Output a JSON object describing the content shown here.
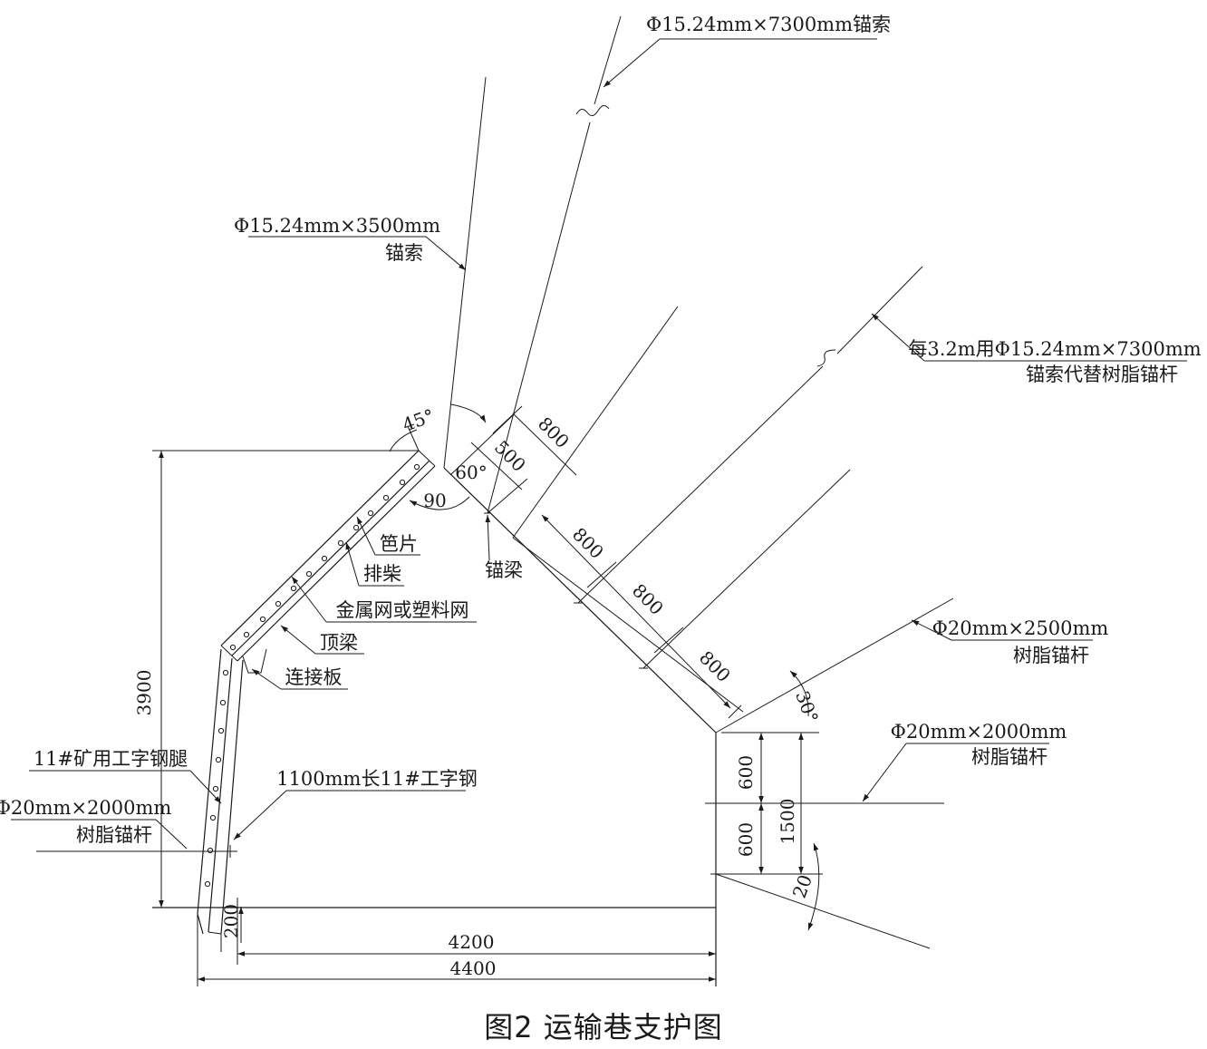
{
  "caption": "图2 运输巷支护图",
  "labels": {
    "cable_7300_top": "Φ15.24mm×7300mm锚索",
    "cable_3500_line1": "Φ15.24mm×3500mm",
    "cable_3500_line2": "锚索",
    "cable_every_line1": "每3.2m用Φ15.24mm×7300mm",
    "cable_every_line2": "锚索代替树脂锚杆",
    "bolt_2500_line1": "Φ20mm×2500mm",
    "bolt_2500_line2": "树脂锚杆",
    "bolt_2000_right_line1": "Φ20mm×2000mm",
    "bolt_2000_right_line2": "树脂锚杆",
    "bolt_2000_left_line1": "Φ20mm×2000mm",
    "bolt_2000_left_line2": "树脂锚杆",
    "bamboo": "笆片",
    "firewood": "排柴",
    "mesh": "金属网或塑料网",
    "roof_beam": "顶梁",
    "connect_plate": "连接板",
    "anchor_beam": "锚梁",
    "steel_leg": "11#矿用工字钢腿",
    "steel_1100": "1100mm长11#工字钢"
  },
  "dimensions": {
    "angle_45": "45°",
    "angle_60": "60°",
    "angle_90": "90",
    "angle_30": "30°",
    "angle_20": "20",
    "d500": "500",
    "d800_top": "800",
    "d800_1": "800",
    "d800_2": "800",
    "d800_3": "800",
    "h3900": "3900",
    "h600_top": "600",
    "h600_bottom": "600",
    "h1500": "1500",
    "d200": "200",
    "w4200": "4200",
    "w4400": "4400"
  }
}
